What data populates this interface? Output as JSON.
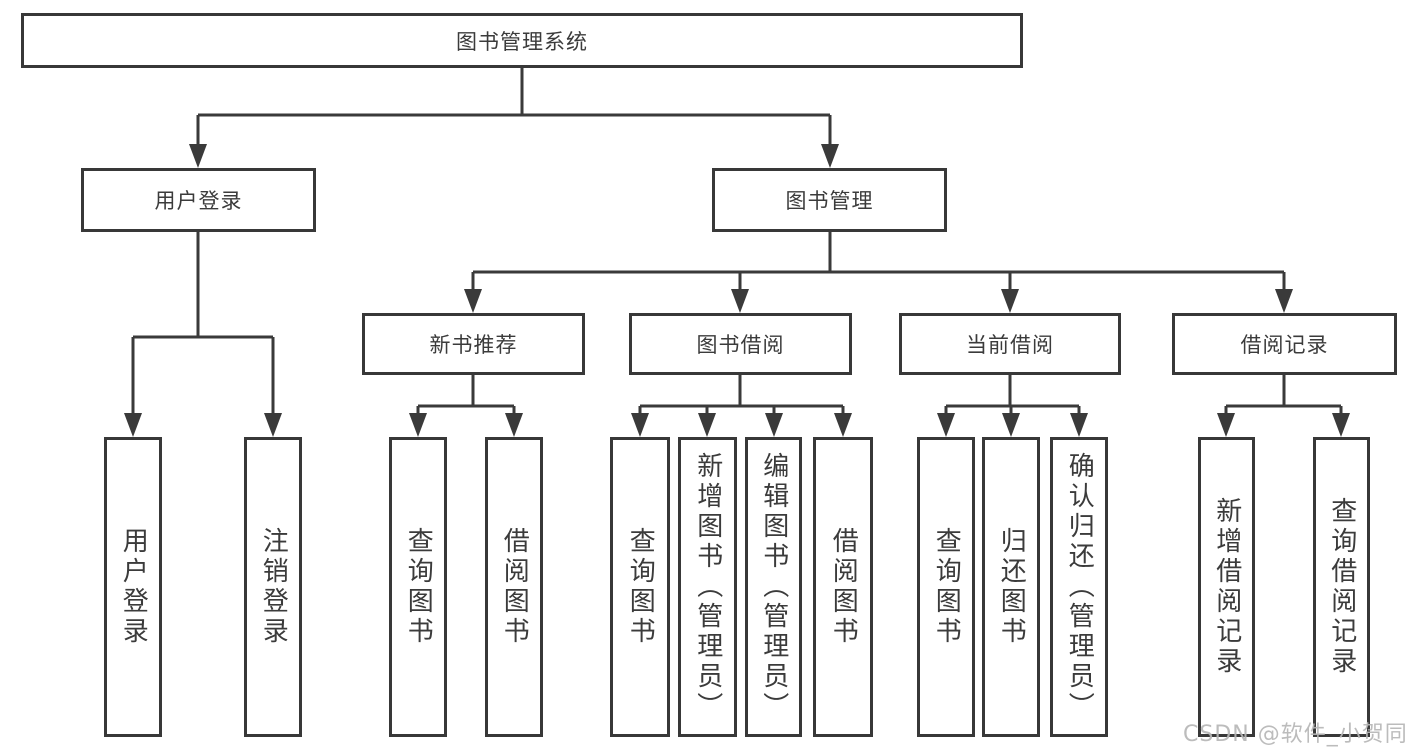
{
  "tree": {
    "root": "图书管理系统",
    "branches": [
      {
        "label": "用户登录",
        "children": [
          "用户登录",
          "注销登录"
        ]
      },
      {
        "label": "图书管理",
        "children": [
          {
            "label": "新书推荐",
            "children": [
              "查询图书",
              "借阅图书"
            ]
          },
          {
            "label": "图书借阅",
            "children": [
              "查询图书",
              "新增图书（管理员）",
              "编辑图书（管理员）",
              "借阅图书"
            ]
          },
          {
            "label": "当前借阅",
            "children": [
              "查询图书",
              "归还图书",
              "确认归还（管理员）"
            ]
          },
          {
            "label": "借阅记录",
            "children": [
              "新增借阅记录",
              "查询借阅记录"
            ]
          }
        ]
      }
    ]
  },
  "watermark": "CSDN @软件_小贺同学",
  "colors": {
    "line": "#3a3a3a",
    "box_border": "#383838",
    "text": "#3b3b3b",
    "watermark": "#b6b6b6",
    "background": "#ffffff"
  }
}
